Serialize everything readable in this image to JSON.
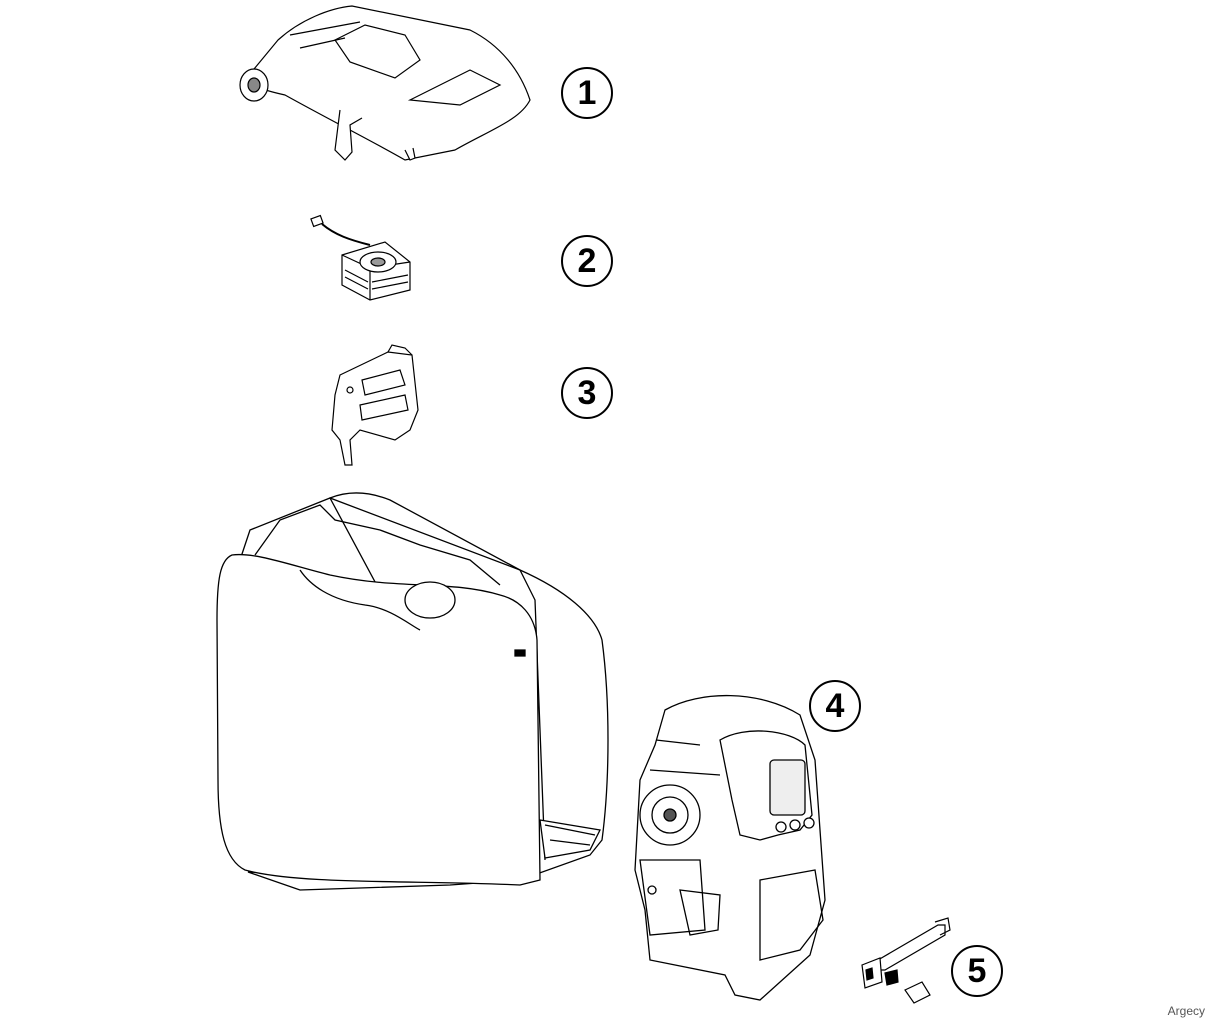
{
  "callouts": [
    {
      "id": "1",
      "label": "1"
    },
    {
      "id": "2",
      "label": "2"
    },
    {
      "id": "3",
      "label": "3"
    },
    {
      "id": "4",
      "label": "4"
    },
    {
      "id": "5",
      "label": "5"
    }
  ],
  "watermark": "Argecy",
  "colors": {
    "line": "#000000",
    "fill": "#ffffff",
    "shade": "#d0d0d0"
  }
}
